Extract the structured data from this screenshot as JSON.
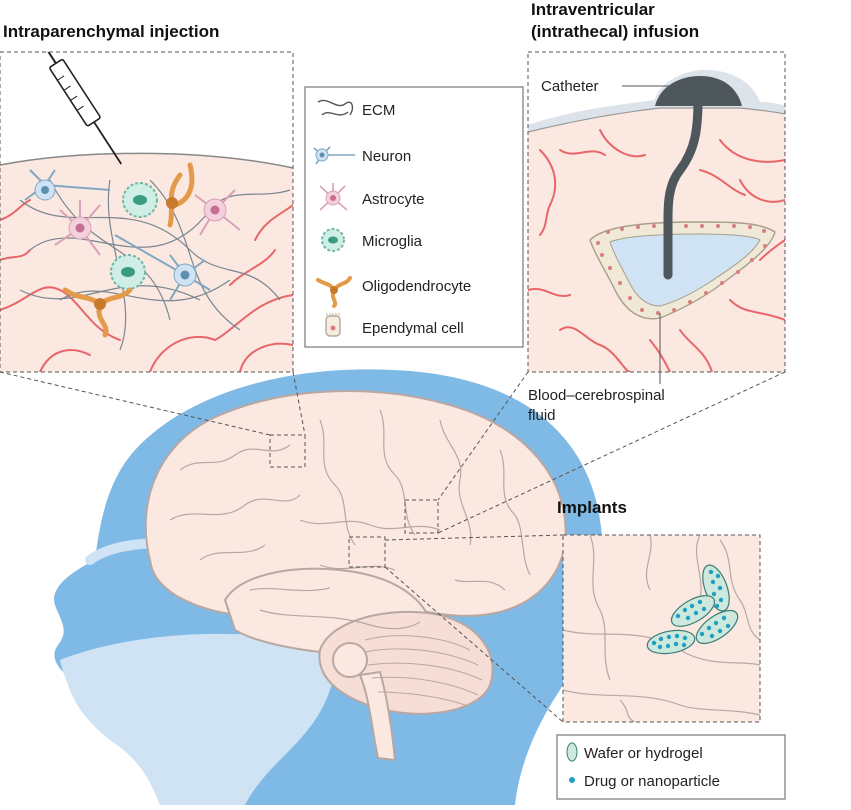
{
  "titles": {
    "intraparenchymal": "Intraparenchymal injection",
    "intraventricular_line1": "Intraventricular",
    "intraventricular_line2": "(intrathecal) infusion",
    "implants": "Implants"
  },
  "labels": {
    "catheter": "Catheter",
    "bcsf_line1": "Blood–cerebrospinal",
    "bcsf_line2": "fluid"
  },
  "cell_legend": [
    {
      "label": "ECM",
      "icon": "ecm-icon"
    },
    {
      "label": "Neuron",
      "icon": "neuron-icon"
    },
    {
      "label": "Astrocyte",
      "icon": "astrocyte-icon"
    },
    {
      "label": "Microglia",
      "icon": "microglia-icon"
    },
    {
      "label": "Oligodendrocyte",
      "icon": "oligodendrocyte-icon"
    },
    {
      "label": "Ependymal cell",
      "icon": "ependymal-cell-icon"
    }
  ],
  "implant_legend": [
    {
      "label": "Wafer or hydrogel",
      "icon": "wafer-icon"
    },
    {
      "label": "Drug or nanoparticle",
      "icon": "nanoparticle-icon"
    }
  ],
  "colors": {
    "tissue": "#fbe8e1",
    "vessel": "#e8666a",
    "csf_blue": "#7fb9e6",
    "wafer": "#3ba9c9",
    "brain_outline": "#b8a7a2"
  }
}
